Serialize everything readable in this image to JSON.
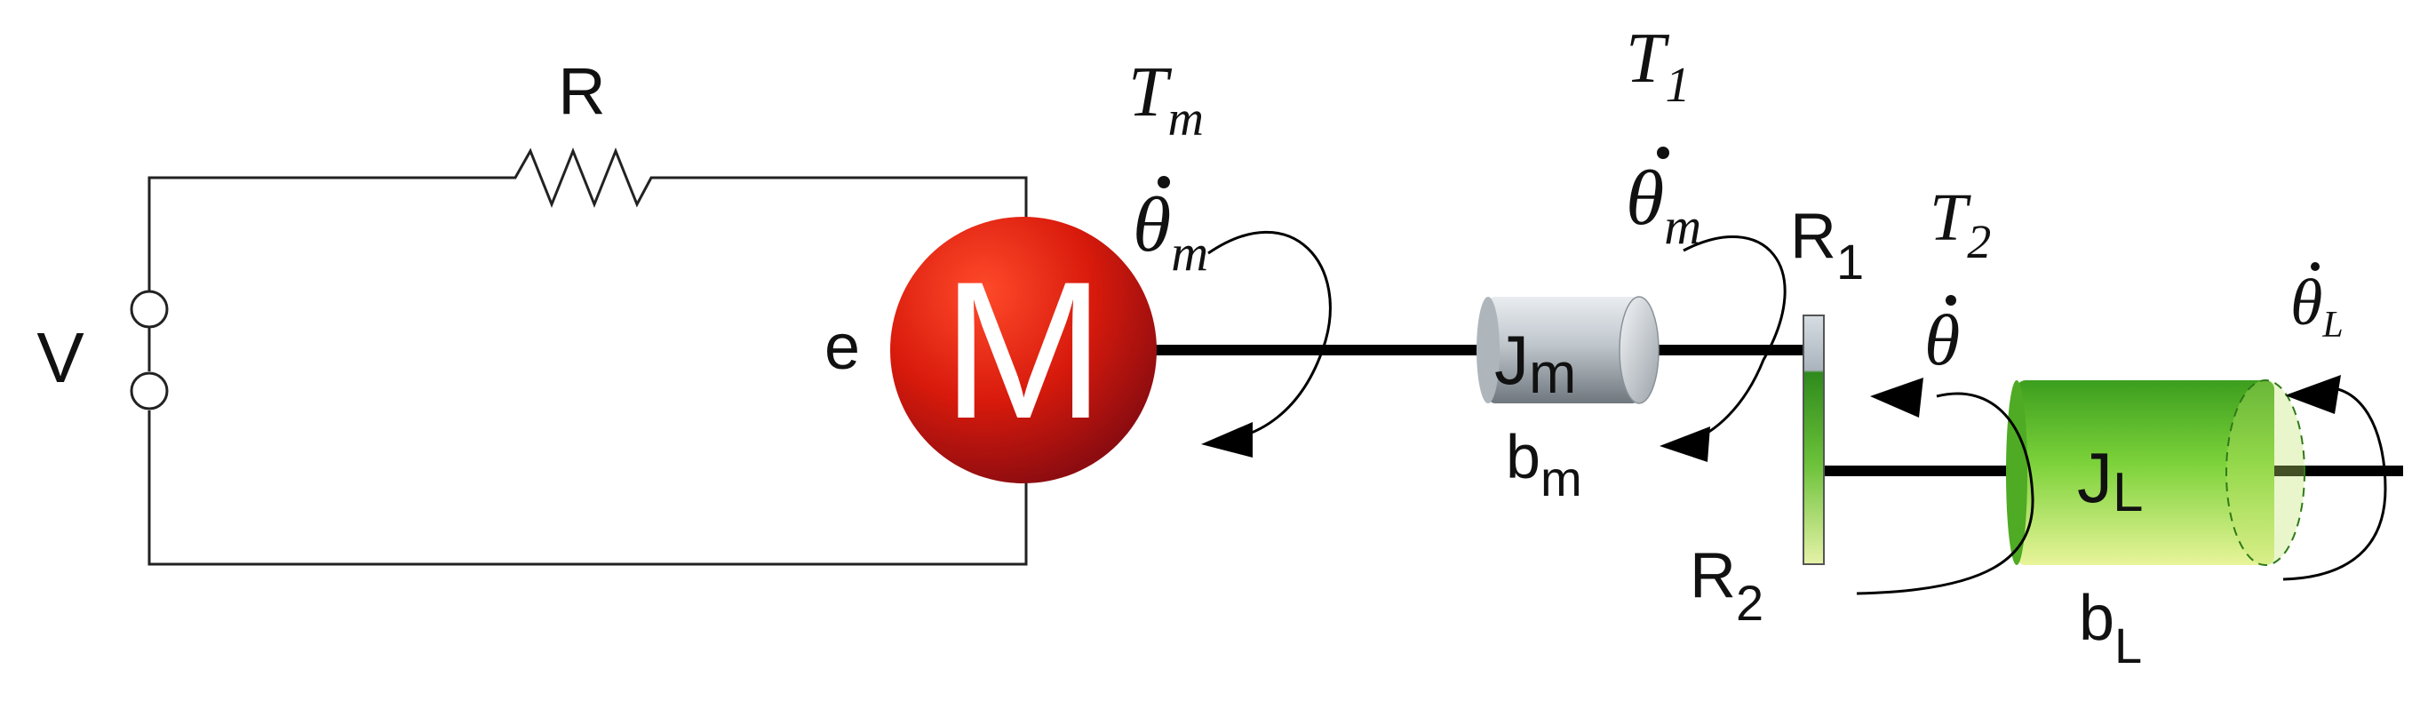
{
  "circuit": {
    "source_label": "V",
    "resistor_label": "R",
    "emf_label": "e",
    "motor_label": "M"
  },
  "motor_inertia": {
    "label": "J",
    "subscript": "m"
  },
  "motor_damping": {
    "label": "b",
    "subscript": "m"
  },
  "gear1": {
    "label": "R",
    "subscript": "1"
  },
  "gear2": {
    "label": "R",
    "subscript": "2"
  },
  "load_inertia": {
    "label": "J",
    "subscript": "L"
  },
  "load_damping": {
    "label": "b",
    "subscript": "L"
  },
  "torque_m": {
    "symbol": "T",
    "subscript": "m"
  },
  "speed_m": {
    "symbol": "θ",
    "subscript": "m"
  },
  "torque_1": {
    "symbol": "T",
    "subscript": "1"
  },
  "speed_1": {
    "symbol": "θ",
    "subscript": "m"
  },
  "torque_2": {
    "symbol": "T",
    "subscript": "2"
  },
  "speed_2": {
    "symbol": "θ"
  },
  "speed_L": {
    "symbol": "θ",
    "subscript": "L"
  },
  "colors": {
    "motor": "#d81a0c",
    "motor_inertia": "#bfc6cc",
    "gear_top": "#c8d0d8",
    "gear_bottom": "#4caf2a",
    "load_inertia": "#5cbf2a"
  }
}
